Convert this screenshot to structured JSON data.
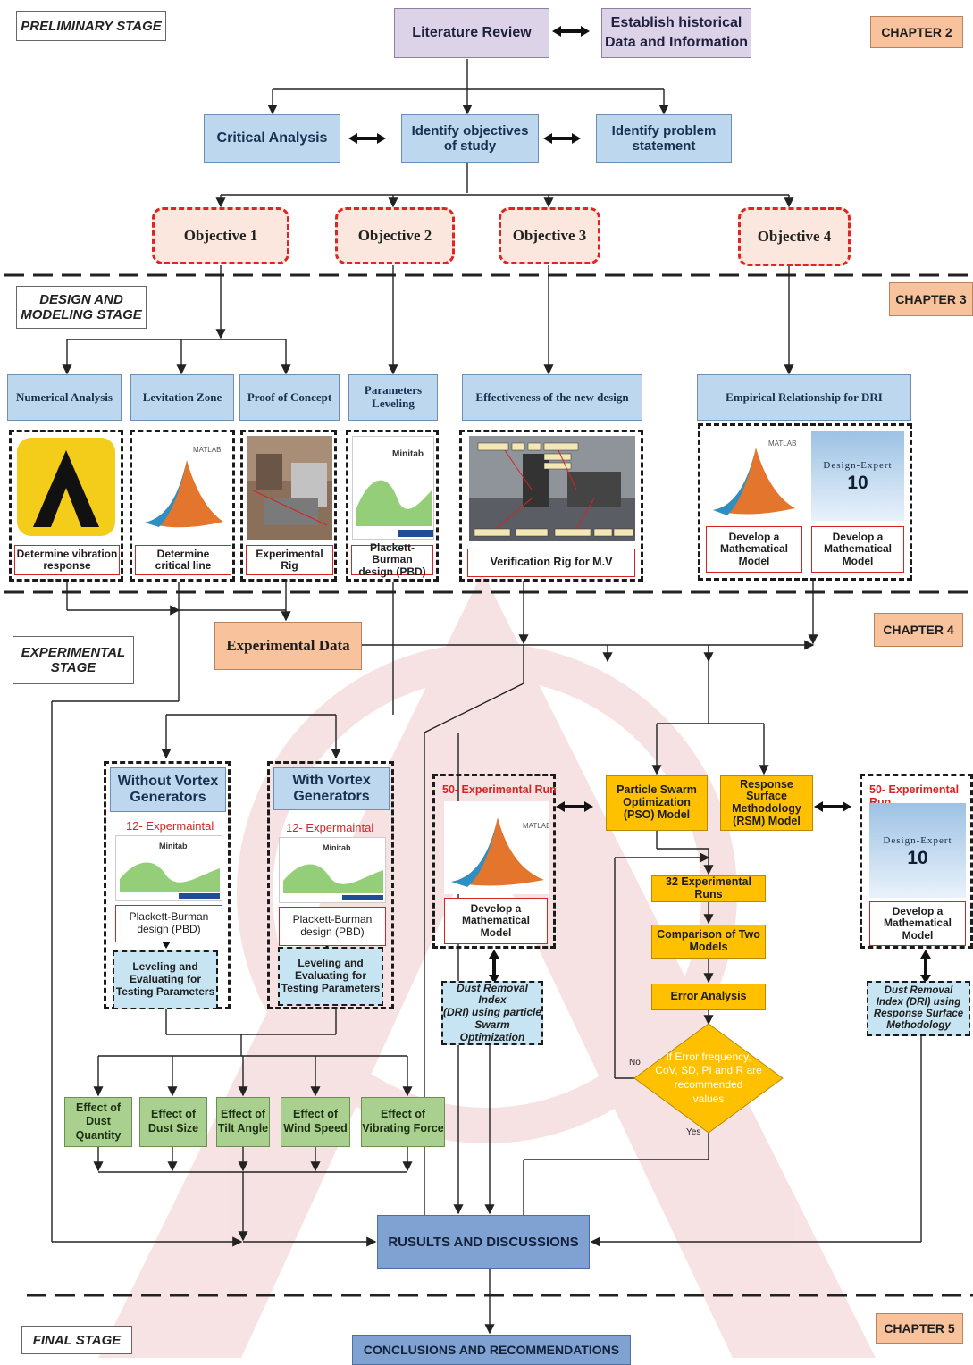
{
  "stages": {
    "preliminary": "PRELIMINARY STAGE",
    "design_line1": "DESIGN AND",
    "design_line2": "MODELING STAGE",
    "experimental_line1": "EXPERIMENTAL",
    "experimental_line2": "STAGE",
    "final": "FINAL  STAGE"
  },
  "chapters": {
    "c2": "CHAPTER 2",
    "c3": "CHAPTER 3",
    "c4": "CHAPTER 4",
    "c5": "CHAPTER 5"
  },
  "preliminary_boxes": {
    "literature_review": "Literature Review",
    "historical_line1": "Establish historical",
    "historical_line2": "Data and Information",
    "critical_analysis": "Critical Analysis",
    "objectives_line1": "Identify objectives",
    "objectives_line2": "of study",
    "problem_line1": "Identify problem",
    "problem_line2": "statement"
  },
  "objectives": [
    "Objective 1",
    "Objective 2",
    "Objective 3",
    "Objective 4"
  ],
  "design": {
    "numerical_analysis": "Numerical Analysis",
    "levitation_zone": "Levitation Zone",
    "proof_of_concept": "Proof of Concept",
    "parameters_line1": "Parameters",
    "parameters_line2": "Leveling",
    "effectiveness": "Effectiveness of the new design",
    "empirical": "Empirical Relationship for DRI",
    "vibration_line1": "Determine vibration",
    "vibration_line2": "response",
    "critical_line1": "Determine",
    "critical_line2": "critical line",
    "experimental_rig": "Experimental Rig",
    "pbd_line1": "Plackett-Burman",
    "pbd_line2": "design (PBD)",
    "verification_rig": "Verification  Rig for M.V",
    "develop_line1": "Develop a",
    "develop_line2": "Mathematical",
    "develop_line3": "Model",
    "minitab_label": "Minitab",
    "matlab_label": "MATLAB",
    "design_expert_label": "Design-Expert",
    "design_expert_version": "10"
  },
  "experimental": {
    "experimental_data": "Experimental Data",
    "without_vg_line1": "Without Vortex",
    "without_vg_line2": "Generators",
    "with_vg_line1": "With Vortex",
    "with_vg_line2": "Generators",
    "runs_12": "12- Expermaintal Run",
    "pbd_line1": "Plackett-Burman",
    "pbd_line2": "design (PBD)",
    "leveling_line1": "Leveling and",
    "leveling_line2": "Evaluating for",
    "leveling_line3": "Testing Parameters",
    "runs_50": "50- Experimental Run",
    "develop_line1": "Develop a",
    "develop_line2": "Mathematical",
    "develop_line3": "Model",
    "pso_line1": "Particle Swarm",
    "pso_line2": "Optimization",
    "pso_line3": "(PSO) Model",
    "rsm_line1": "Response Surface",
    "rsm_line2": "Methodology",
    "rsm_line3": "(RSM) Model",
    "runs_32": "32 Experimental Runs",
    "comparison_line1": "Comparison of Two",
    "comparison_line2": "Models",
    "error_analysis": "Error Analysis",
    "decision_line1": "If Error frequency,",
    "decision_line2": "CoV, SD, PI and R are",
    "decision_line3": "recommended",
    "decision_line4": "values",
    "no": "No",
    "yes": "Yes",
    "dri_pso_line1": "Dust Removal Index",
    "dri_pso_line2": "(DRI) using particle",
    "dri_pso_line3": "Swarm Optimization",
    "dri_rsm_line1": "Dust Removal",
    "dri_rsm_line2": "Index (DRI) using",
    "dri_rsm_line3": "Response Surface",
    "dri_rsm_line4": "Methodology",
    "effects": [
      {
        "line1": "Effect of Dust",
        "line2": "Quantity"
      },
      {
        "line1": "Effect of",
        "line2": "Dust Size"
      },
      {
        "line1": "Effect of",
        "line2": "Tilt Angle"
      },
      {
        "line1": "Effect of",
        "line2": "Wind Speed"
      },
      {
        "line1": "Effect of",
        "line2": "Vibrating Force"
      }
    ],
    "results": "RUSULTS AND DISCUSSIONS"
  },
  "final": {
    "conclusions": "CONCLUSIONS AND RECOMMENDATIONS"
  },
  "colors": {
    "purple_box": "#ddd3e8",
    "blue_box": "#bcd7ee",
    "objective_fill": "#fbe7dd",
    "objective_border": "#e02424",
    "orange_box": "#f7c29c",
    "green_box": "#a9d08e",
    "yellow_box": "#ffc000",
    "results_box": "#7fa2d2"
  }
}
